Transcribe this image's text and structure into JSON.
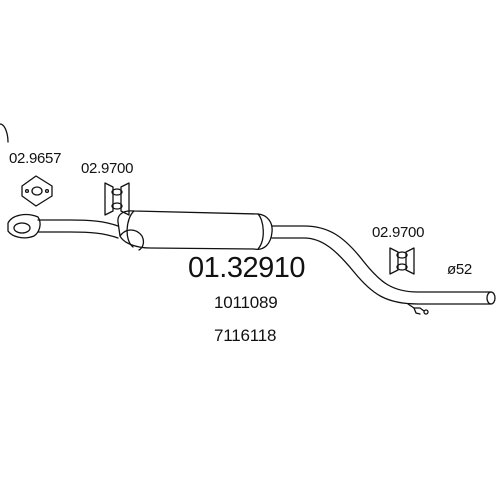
{
  "part_number": "01.32910",
  "cross_references": [
    "1011089",
    "7116118"
  ],
  "callouts": {
    "gasket": "02.9657",
    "hanger_front": "02.9700",
    "hanger_rear": "02.9700"
  },
  "outlet_diameter": "ø52",
  "colors": {
    "line": "#111111",
    "background": "#ffffff"
  }
}
